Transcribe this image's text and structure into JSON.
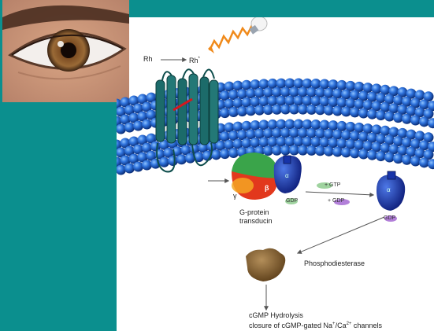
{
  "labels": {
    "rh": "Rh",
    "rh_star": "Rh",
    "rh_star_sup": "*",
    "g_protein": "G-protein",
    "transducin": "transducin",
    "beta": "β",
    "gamma": "γ",
    "alpha": "α",
    "alpha2": "α",
    "gtp": "GTP",
    "gdp": "GDP",
    "gdp2": "GDP",
    "plus_gtp": "+ GTP",
    "plus_gdp": "+ GDP",
    "phosphodiesterase": "Phosphodiesterase",
    "cgmp_hydrolysis": "cGMP Hydrolysis",
    "closure": "closure of cGMP-gated Na",
    "na_sup": "+",
    "ca_slash": "/Ca",
    "ca_sup": "2+",
    "channels": " channels"
  },
  "colors": {
    "background_teal": "#0b8f8e",
    "membrane_blue": "#1e5fd0",
    "receptor_teal": "#1c6b6a",
    "alpha_blue": "#1733a8",
    "pde_brown": "#7a5a2c",
    "light_orange": "#f5a623",
    "gtp_green": "#9fd39f",
    "gdp_purple": "#b27fd9"
  },
  "icons": [
    "eye-photo",
    "lightbulb-icon",
    "light-wave-icon",
    "arrow-icon"
  ]
}
